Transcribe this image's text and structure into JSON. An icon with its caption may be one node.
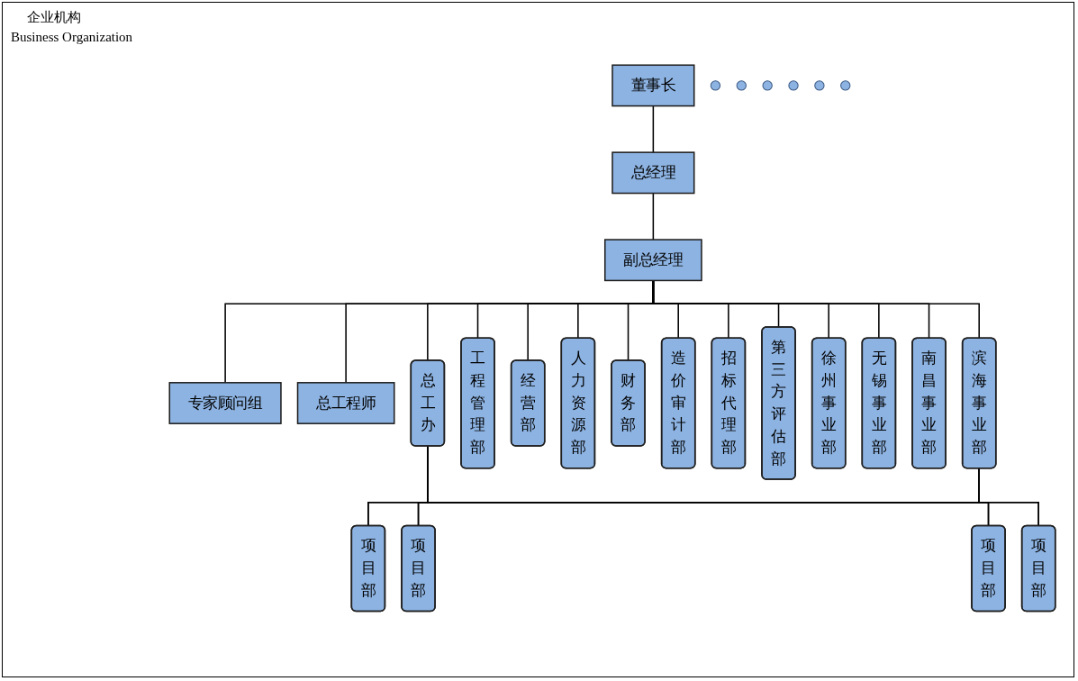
{
  "diagram": {
    "title": "企业机构",
    "nodes": [
      {
        "text": [
          "董事长"
        ]
      },
      {
        "text": [
          "总经理"
        ]
      },
      {
        "text": [
          "副总经理"
        ]
      },
      {
        "text": [
          "专家顾问组"
        ]
      },
      {
        "text": [
          "总工程师"
        ]
      },
      {
        "text": [
          "总工办"
        ]
      },
      {
        "text": [
          "工程管理部"
        ]
      },
      {
        "text": [
          "经营部"
        ]
      },
      {
        "text": [
          "人力资源部"
        ]
      },
      {
        "text": [
          "财务部"
        ]
      },
      {
        "text": [
          "造价审计部"
        ]
      },
      {
        "text": [
          "招标代理部"
        ]
      },
      {
        "text": [
          "第三方评估部"
        ]
      },
      {
        "text": [
          "徐州事业部"
        ]
      },
      {
        "text": [
          "无锡事业部"
        ]
      },
      {
        "text": [
          "南昌事业部"
        ]
      },
      {
        "text": [
          "滨海事业部"
        ]
      },
      {
        "text": [
          "项目部"
        ]
      },
      {
        "text": [
          "项目部"
        ]
      },
      {
        "text": [],
        "shape": "circle"
      },
      {
        "text": [],
        "shape": "circle"
      },
      {
        "text": [],
        "shape": "circle"
      },
      {
        "text": [],
        "shape": "circle"
      },
      {
        "text": [],
        "shape": "circle"
      },
      {
        "text": [],
        "shape": "circle"
      },
      {
        "text": [
          "项目部"
        ]
      },
      {
        "text": [
          "项目部"
        ]
      }
    ],
    "edges": [
      {
        "from": 0,
        "to": 1,
        "arrow": "none"
      },
      {
        "from": 1,
        "to": 2,
        "arrow": "none"
      },
      {
        "from": 2,
        "to": 3,
        "arrow": "none"
      },
      {
        "from": 2,
        "to": 4,
        "arrow": "none"
      },
      {
        "from": 2,
        "to": 5,
        "arrow": "none"
      },
      {
        "from": 2,
        "to": 6,
        "arrow": "none"
      },
      {
        "from": 2,
        "to": 7,
        "arrow": "none"
      },
      {
        "from": 2,
        "to": 8,
        "arrow": "none"
      },
      {
        "from": 2,
        "to": 9,
        "arrow": "none"
      },
      {
        "from": 2,
        "to": 10,
        "arrow": "none"
      },
      {
        "from": 2,
        "to": 11,
        "arrow": "none"
      },
      {
        "from": 2,
        "to": 12,
        "arrow": "none"
      },
      {
        "from": 2,
        "to": 13,
        "arrow": "none"
      },
      {
        "from": 2,
        "to": 14,
        "arrow": "none"
      },
      {
        "from": 2,
        "to": 15,
        "arrow": "none"
      },
      {
        "from": 2,
        "to": 16,
        "arrow": "none"
      },
      {
        "from": 5,
        "to": 17,
        "arrow": "none"
      },
      {
        "from": 5,
        "to": 18,
        "arrow": "none"
      },
      {
        "from": 5,
        "to": 25,
        "arrow": "none"
      },
      {
        "from": 5,
        "to": 26,
        "arrow": "none"
      },
      {
        "from": 16,
        "to": 17,
        "arrow": "none"
      },
      {
        "from": 16,
        "to": 18,
        "arrow": "none"
      },
      {
        "from": 16,
        "to": 25,
        "arrow": "none"
      },
      {
        "from": 16,
        "to": 26,
        "arrow": "none"
      }
    ],
    "labels": [
      "Business Organization"
    ]
  }
}
